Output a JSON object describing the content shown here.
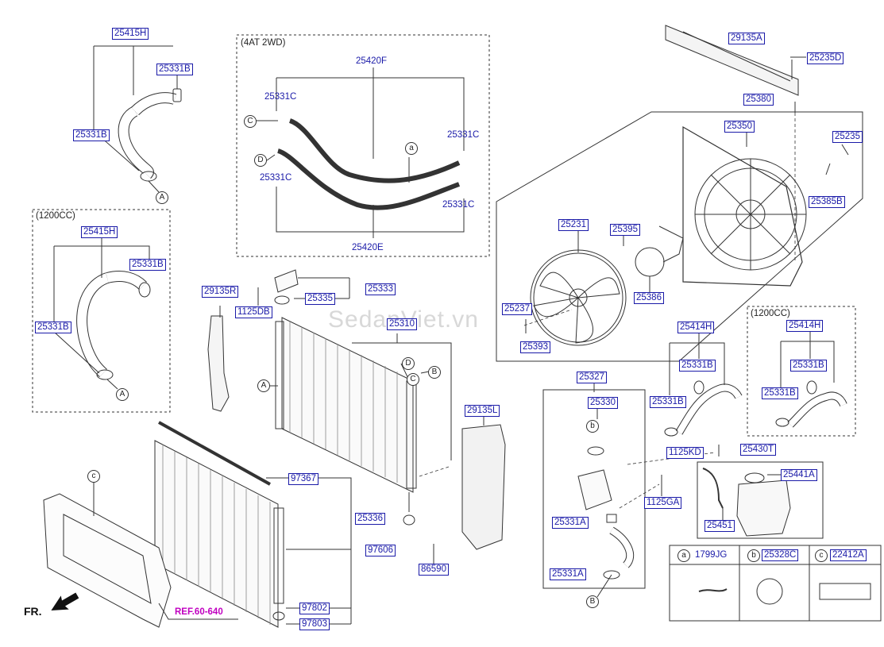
{
  "watermark": "SedanViet.vn",
  "fr_label": "FR.",
  "ref_label": "REF.60-640",
  "groups": {
    "g4at": "(4AT 2WD)",
    "g1200_left": "(1200CC)",
    "g1200_right": "(1200CC)"
  },
  "parts": {
    "p25415H_a": "25415H",
    "p25331B_a1": "25331B",
    "p25331B_a2": "25331B",
    "p25415H_b": "25415H",
    "p25331B_b1": "25331B",
    "p25331B_b2": "25331B",
    "p25420F": "25420F",
    "p25331C_1": "25331C",
    "p25331C_2": "25331C",
    "p25331C_3": "25331C",
    "p25331C_4": "25331C",
    "p25420E": "25420E",
    "p29135A": "29135A",
    "p25235D": "25235D",
    "p25380": "25380",
    "p25350": "25350",
    "p25235": "25235",
    "p25385B": "25385B",
    "p25231": "25231",
    "p25395": "25395",
    "p25386": "25386",
    "p25237": "25237",
    "p25393": "25393",
    "p29135R": "29135R",
    "p1125DB": "1125DB",
    "p25335": "25335",
    "p25333": "25333",
    "p25310": "25310",
    "p29135L": "29135L",
    "p25336": "25336",
    "p86590": "86590",
    "p97367": "97367",
    "p97606": "97606",
    "p97802": "97802",
    "p97803": "97803",
    "p25327": "25327",
    "p25330": "25330",
    "p25331A_1": "25331A",
    "p25331A_2": "25331A",
    "p25414H_a": "25414H",
    "p25331B_c1": "25331B",
    "p25331B_c2": "25331B",
    "p25414H_b": "25414H",
    "p25331B_d1": "25331B",
    "p25331B_d2": "25331B",
    "p1125KD": "1125KD",
    "p25430T": "25430T",
    "p25441A": "25441A",
    "p1125GA": "1125GA",
    "p25451": "25451"
  },
  "callouts": {
    "A1": "A",
    "A2": "A",
    "A3": "A",
    "B1": "B",
    "B2": "B",
    "C1": "C",
    "C2": "C",
    "D1": "D",
    "D2": "D",
    "a1": "a",
    "b1": "b",
    "c1": "c"
  },
  "legend": {
    "a_letter": "a",
    "a_part": "1799JG",
    "b_letter": "b",
    "b_part": "25328C",
    "c_letter": "c",
    "c_part": "22412A"
  }
}
